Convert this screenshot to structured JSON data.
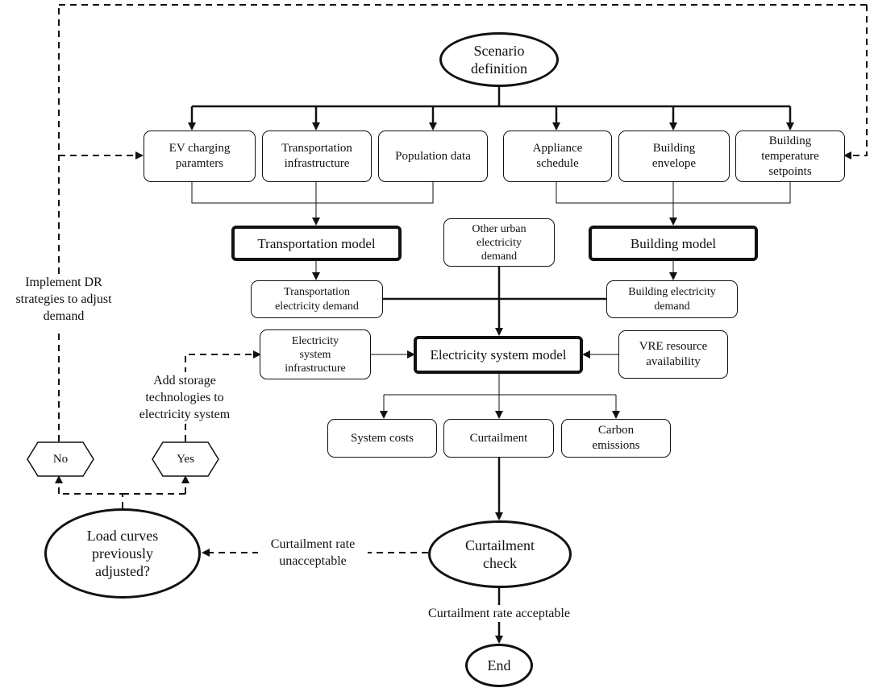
{
  "start": {
    "text": "Scenario\ndefinition"
  },
  "inputs": [
    {
      "text": "EV charging\nparamters"
    },
    {
      "text": "Transportation\ninfrastructure"
    },
    {
      "text": "Population data"
    },
    {
      "text": "Appliance\nschedule"
    },
    {
      "text": "Building\nenvelope"
    },
    {
      "text": "Building\ntemperature\nsetpoints"
    }
  ],
  "models": {
    "transportation": "Transportation model",
    "other_demand": "Other urban\nelectricity\ndemand",
    "building": "Building model"
  },
  "demands": {
    "transportation": "Transportation\nelectricity demand",
    "building": "Building electricity\ndemand"
  },
  "system": {
    "infrastructure": "Electricity\nsystem\ninfrastructure",
    "model": "Electricity system model",
    "vre": "VRE resource\navailability"
  },
  "outputs": [
    {
      "text": "System costs"
    },
    {
      "text": "Curtailment"
    },
    {
      "text": "Carbon\nemissions"
    }
  ],
  "check": {
    "text": "Curtailment\ncheck"
  },
  "decision": {
    "text": "Load curves\npreviously\nadjusted?"
  },
  "end": {
    "text": "End"
  },
  "hexes": {
    "no": "No",
    "yes": "Yes"
  },
  "edge_labels": {
    "implement_dr": "Implement DR\nstrategies to adjust\ndemand",
    "add_storage": "Add storage\ntechnologies to\nelectricity system",
    "unacceptable": "Curtailment rate\nunacceptable",
    "acceptable": "Curtailment rate acceptable"
  }
}
